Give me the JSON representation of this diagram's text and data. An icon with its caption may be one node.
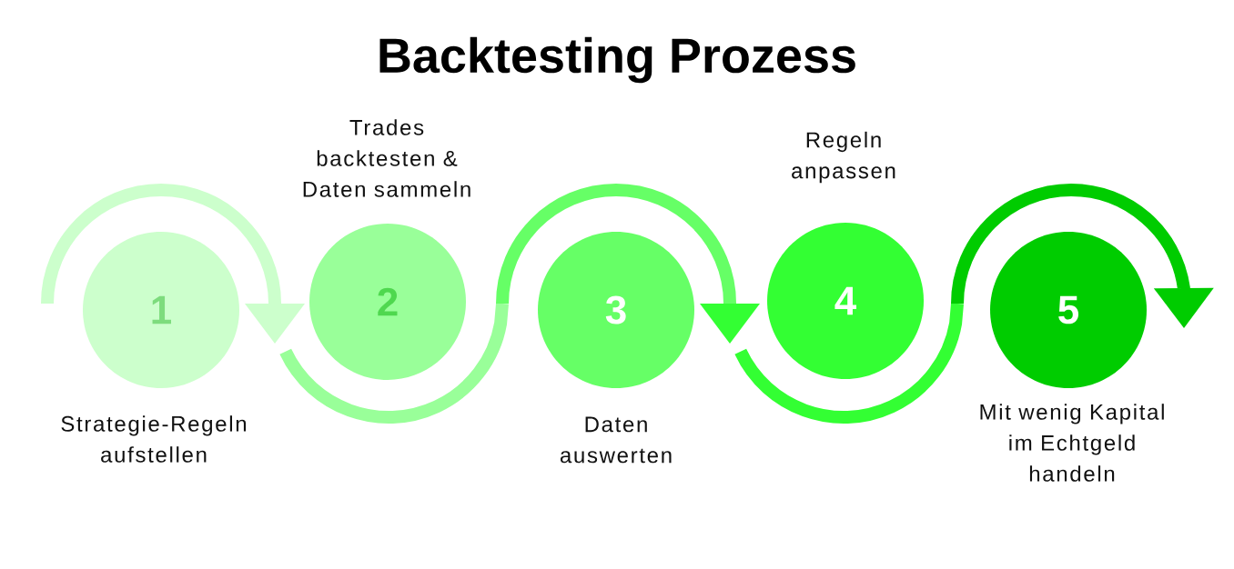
{
  "diagram": {
    "title": "Backtesting Prozess",
    "nodes": [
      {
        "text": [
          "1"
        ],
        "beside": [
          "Strategie-Regeln aufstellen"
        ]
      },
      {
        "text": [
          "2"
        ],
        "beside": [
          "Trades backtesten & Daten sammeln"
        ]
      },
      {
        "text": [
          "3"
        ],
        "beside": [
          "Daten auswerten"
        ]
      },
      {
        "text": [
          "4"
        ],
        "beside": [
          "Regeln anpassen"
        ]
      },
      {
        "text": [
          "5"
        ],
        "beside": [
          "Mit wenig Kapital im Echtgeld handeln"
        ]
      }
    ]
  }
}
